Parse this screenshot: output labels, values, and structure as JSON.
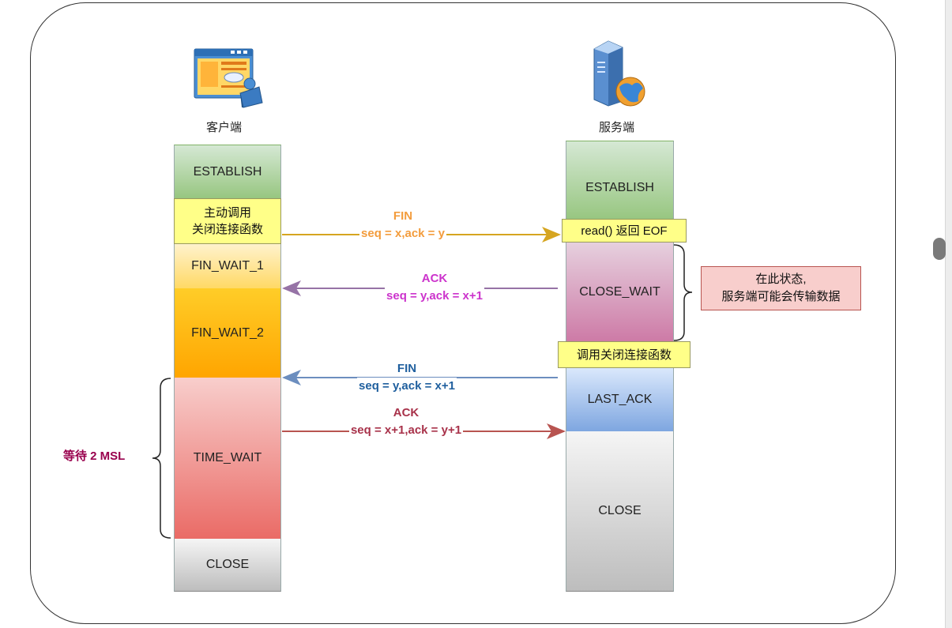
{
  "client": {
    "label": "客户端",
    "states": [
      "ESTABLISH",
      "FIN_WAIT_1",
      "FIN_WAIT_2",
      "TIME_WAIT",
      "CLOSE"
    ],
    "note_close_call": "主动调用\n关闭连接函数",
    "wait_label": "等待 2 MSL"
  },
  "server": {
    "label": "服务端",
    "states": [
      "ESTABLISH",
      "CLOSE_WAIT",
      "LAST_ACK",
      "CLOSE"
    ],
    "note_eof": "read() 返回 EOF",
    "note_close_call": "调用关闭连接函数",
    "side_note": "在此状态,\n服务端可能会传输数据"
  },
  "messages": [
    {
      "name": "FIN",
      "detail": "seq = x,ack = y",
      "color": "#f39c3c"
    },
    {
      "name": "ACK",
      "detail": "seq = y,ack = x+1",
      "color": "#cc33cc"
    },
    {
      "name": "FIN",
      "detail": "seq = y,ack = x+1",
      "color": "#1f5f9e"
    },
    {
      "name": "ACK",
      "detail": "seq = x+1,ack = y+1",
      "color": "#a8324a"
    }
  ],
  "colors": {
    "establish": "#d5e8d4",
    "fin_wait_1": "#ffe599",
    "fin_wait_2": "#ffa500",
    "time_wait": "#ea6b66",
    "close": "#c8c8c8",
    "close_wait": "#e6a5c6",
    "last_ack": "#a9c4eb",
    "note": "#ffff88",
    "pink_note": "#f8cecc"
  }
}
